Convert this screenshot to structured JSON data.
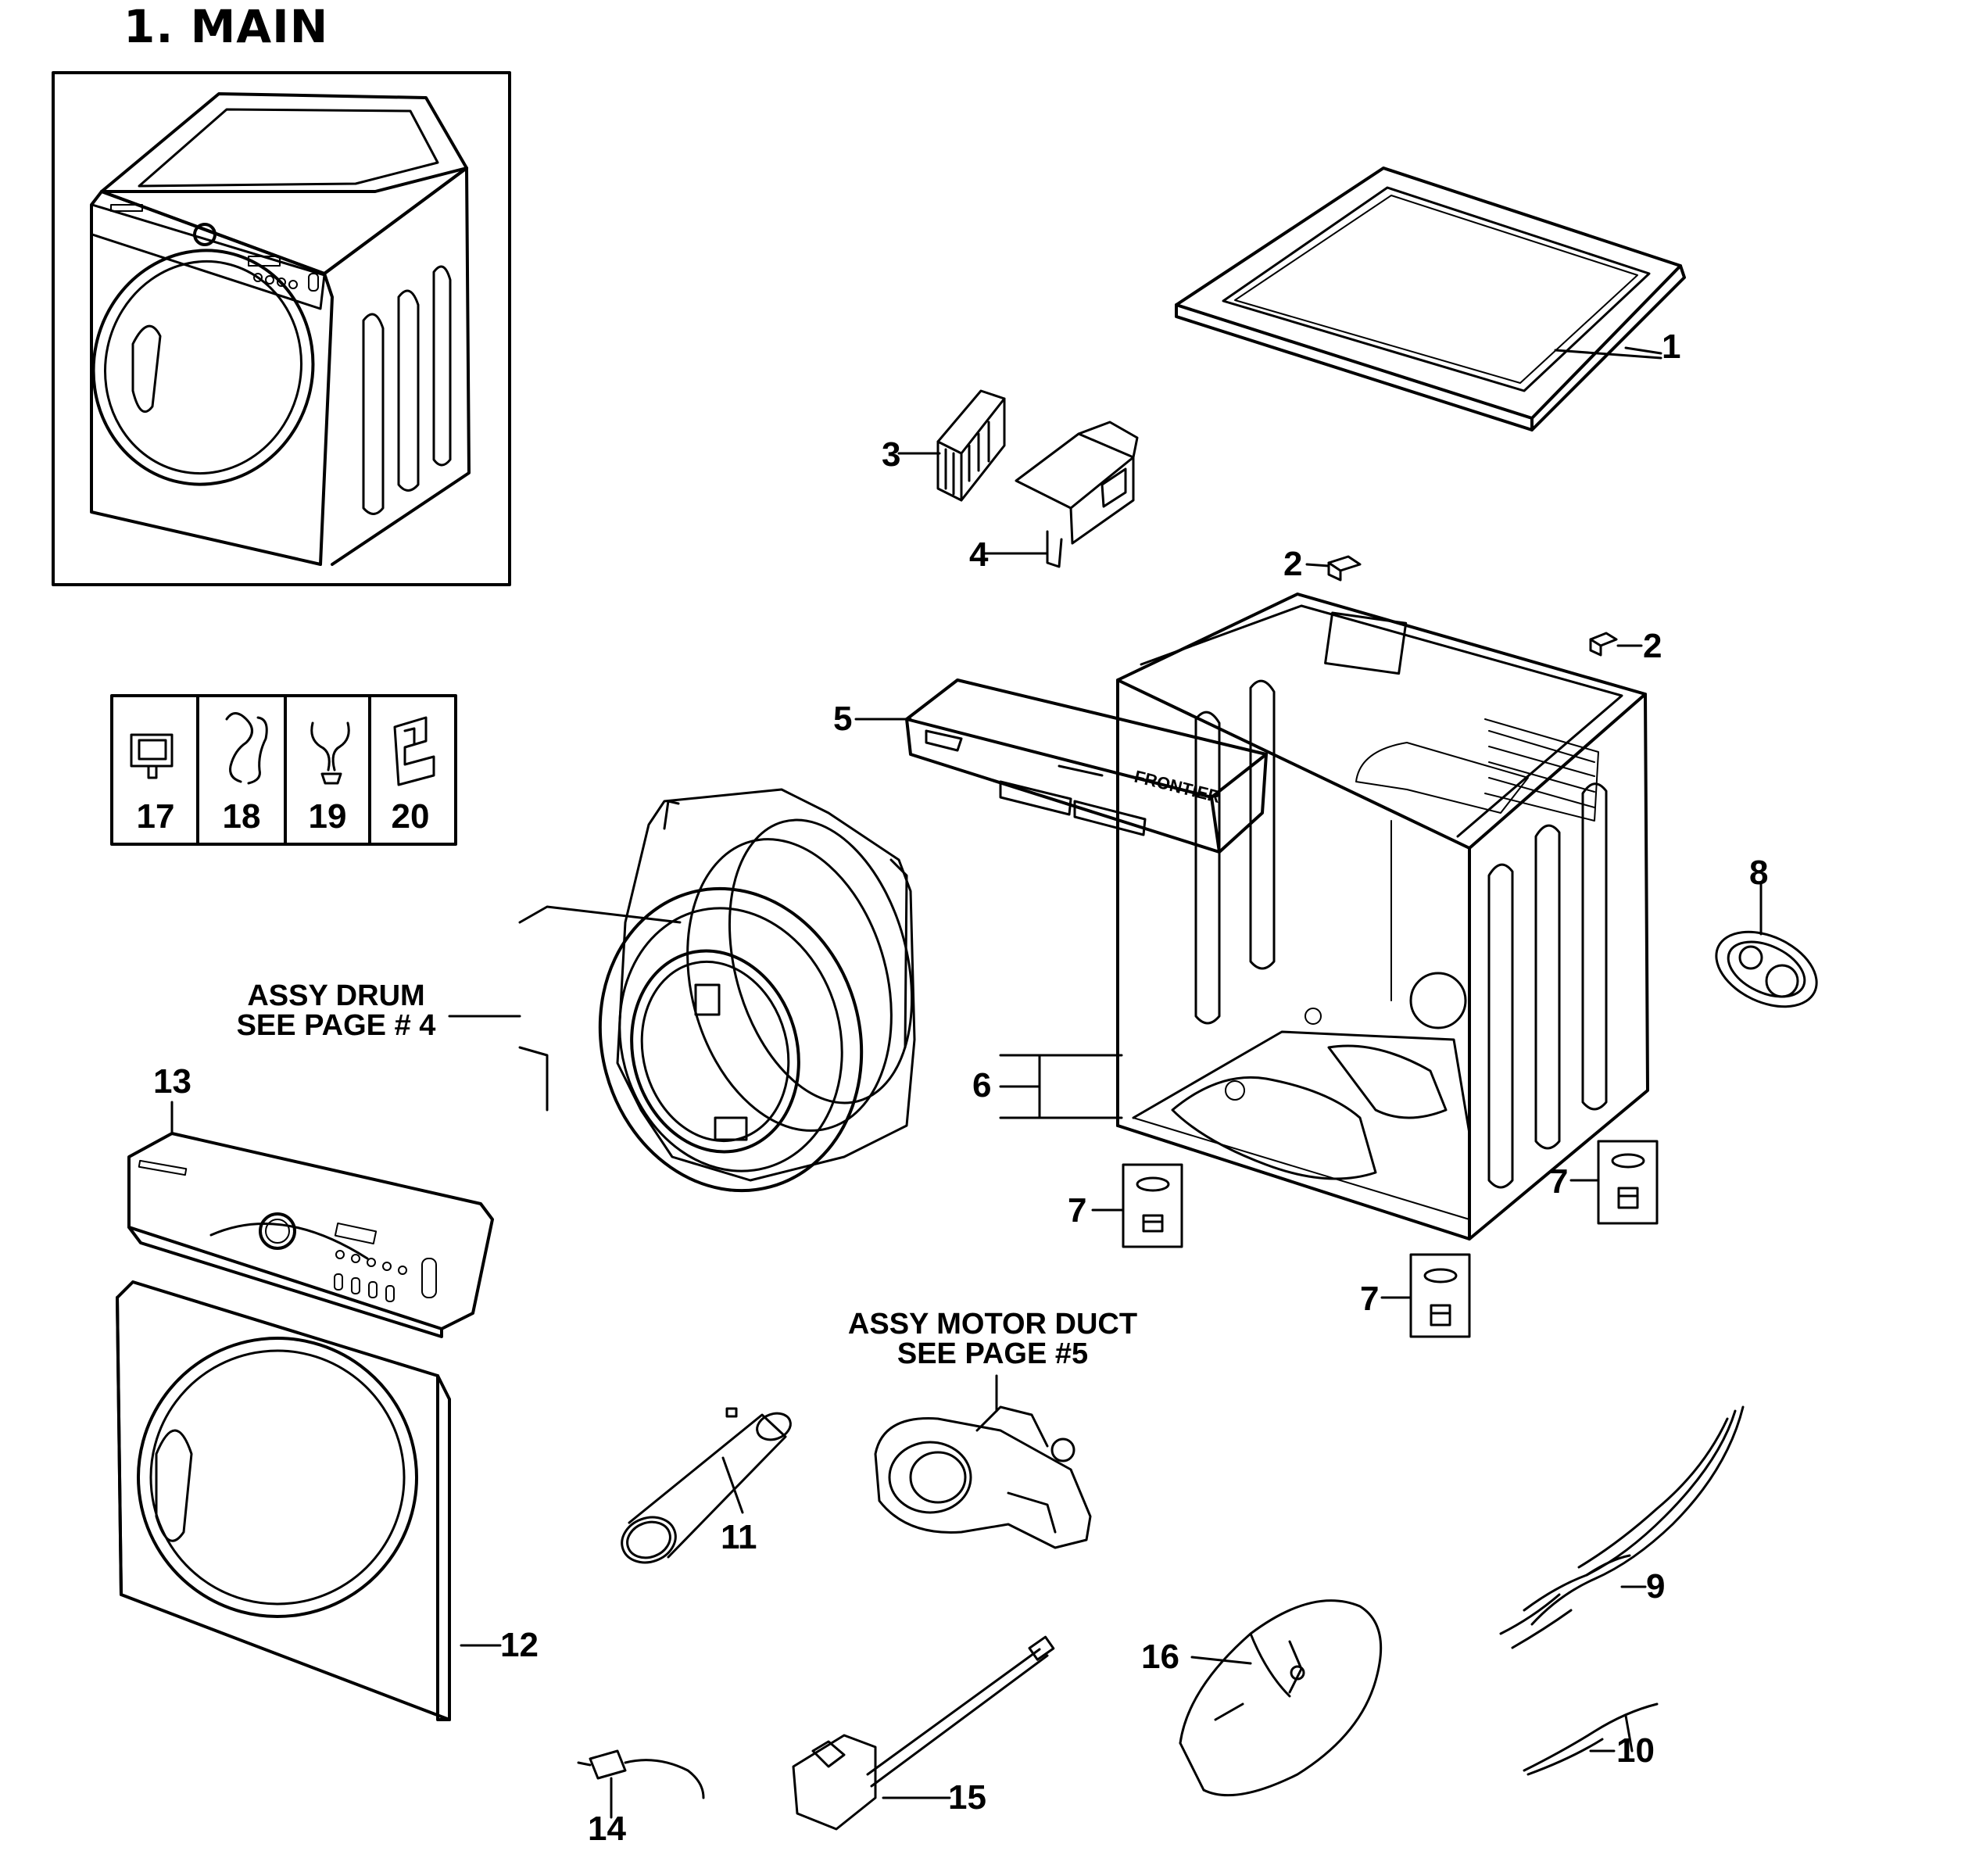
{
  "title": "1. MAIN",
  "callouts": {
    "c1": "1",
    "c2a": "2",
    "c2b": "2",
    "c3": "3",
    "c4": "4",
    "c5": "5",
    "c6": "6",
    "c7a": "7",
    "c7b": "7",
    "c7c": "7",
    "c8": "8",
    "c9": "9",
    "c10": "10",
    "c11": "11",
    "c12": "12",
    "c13": "13",
    "c14": "14",
    "c15": "15",
    "c16": "16"
  },
  "clip_box": [
    "17",
    "18",
    "19",
    "20"
  ],
  "notes": {
    "drum_line1": "ASSY DRUM",
    "drum_line2": "SEE PAGE # 4",
    "motor_line1": "ASSY MOTOR DUCT",
    "motor_line2": "SEE PAGE #5"
  },
  "panel_label": "FRONTIER"
}
